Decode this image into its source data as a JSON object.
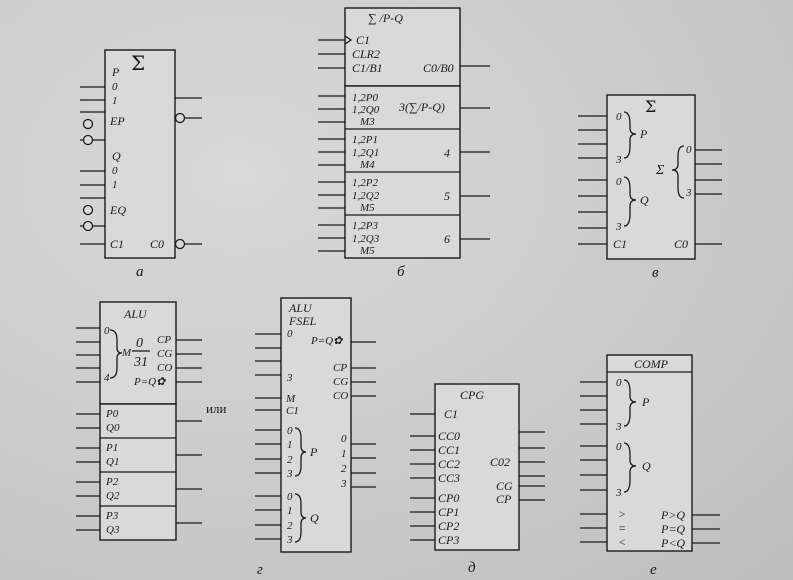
{
  "diagram_a": {
    "caption": "а",
    "title": "Σ",
    "in": [
      "P",
      "0",
      "1",
      "EP",
      "Q",
      "0",
      "1",
      "EQ",
      "C1"
    ],
    "out": [
      "C0"
    ]
  },
  "diagram_b": {
    "caption": "б",
    "title": "∑ /P-Q",
    "ctrl": [
      "C1",
      "CLR2",
      "C1/B1"
    ],
    "ctrl_out": "C0/B0",
    "sec": [
      {
        "l1": "1,2P0",
        "l2": "1,2Q0",
        "l3": "M3",
        "out": "3(∑/P-Q)"
      },
      {
        "l1": "1,2P1",
        "l2": "1,2Q1",
        "l3": "M4",
        "out": "4"
      },
      {
        "l1": "1,2P2",
        "l2": "1,2Q2",
        "l3": "M5",
        "out": "5"
      },
      {
        "l1": "1,2P3",
        "l2": "1,2Q3",
        "l3": "M5",
        "out": "6"
      }
    ]
  },
  "diagram_v": {
    "caption": "в",
    "title": "Σ",
    "p": "P",
    "q": "Q",
    "sum": "Σ",
    "n0": "0",
    "n3": "3",
    "c1": "C1",
    "c0": "C0"
  },
  "diagram_g": {
    "caption": "г",
    "or": "или",
    "alu": "ALU",
    "m": "M",
    "f_num": "0",
    "f_den": "31",
    "n0": "0",
    "n4": "4",
    "cp": "CP",
    "cg": "CG",
    "co": "CO",
    "eq": "P=Q✿",
    "pairs": [
      [
        "P0",
        "Q0"
      ],
      [
        "P1",
        "Q1"
      ],
      [
        "P2",
        "Q2"
      ],
      [
        "P3",
        "Q3"
      ]
    ],
    "alu2": "ALU",
    "fsel": "FSEL",
    "z": "0",
    "three": "3",
    "m2": "M",
    "c1": "C1",
    "p": "P",
    "q": "Q",
    "nums": [
      "0",
      "1",
      "2",
      "3"
    ]
  },
  "diagram_d": {
    "caption": "д",
    "title": "CPG",
    "c1": "C1",
    "ins": [
      "CC0",
      "CC1",
      "CC2",
      "CC3",
      "CP0",
      "CP1",
      "CP2",
      "CP3"
    ],
    "outs": [
      "C02",
      "CG",
      "CP"
    ]
  },
  "diagram_e": {
    "caption": "е",
    "title": "COMP",
    "p": "P",
    "q": "Q",
    "n0": "0",
    "n3": "3",
    "gt": ">",
    "eq": "=",
    "lt": "<",
    "outs": [
      "P>Q",
      "P=Q",
      "P<Q"
    ]
  }
}
